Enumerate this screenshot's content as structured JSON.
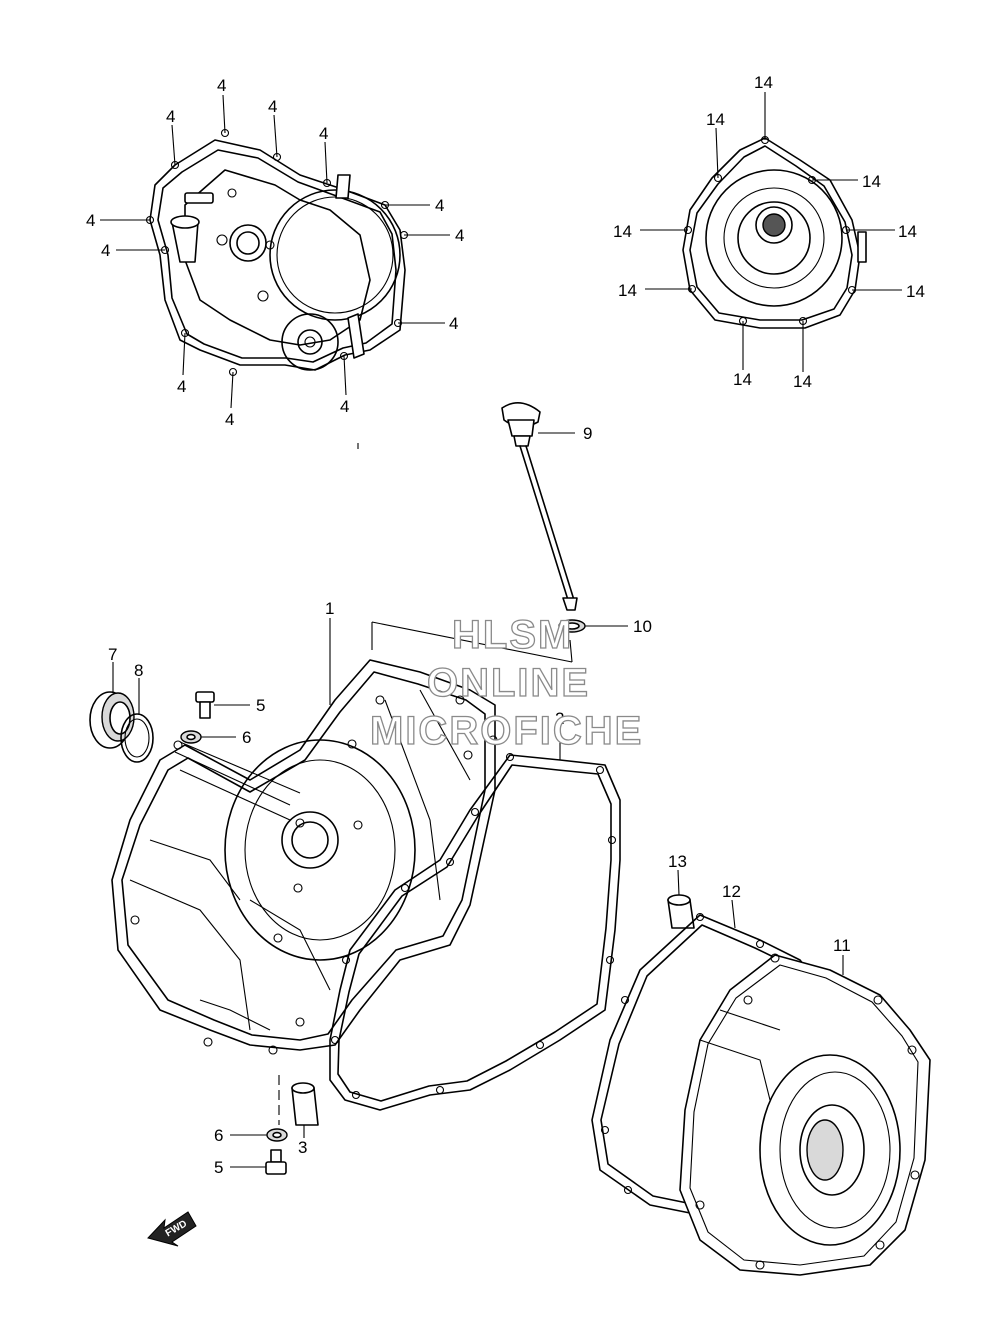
{
  "callouts": {
    "c1": "1",
    "c2": "2",
    "c3": "3",
    "c4": "4",
    "c5": "5",
    "c6": "6",
    "c7": "7",
    "c8": "8",
    "c9": "9",
    "c10": "10",
    "c11": "11",
    "c12": "12",
    "c13": "13",
    "c14": "14"
  },
  "watermark": {
    "line1": "HLSM",
    "line2": "ONLINE",
    "line3": "MICROFICHE"
  },
  "direction_arrow": "FWD"
}
